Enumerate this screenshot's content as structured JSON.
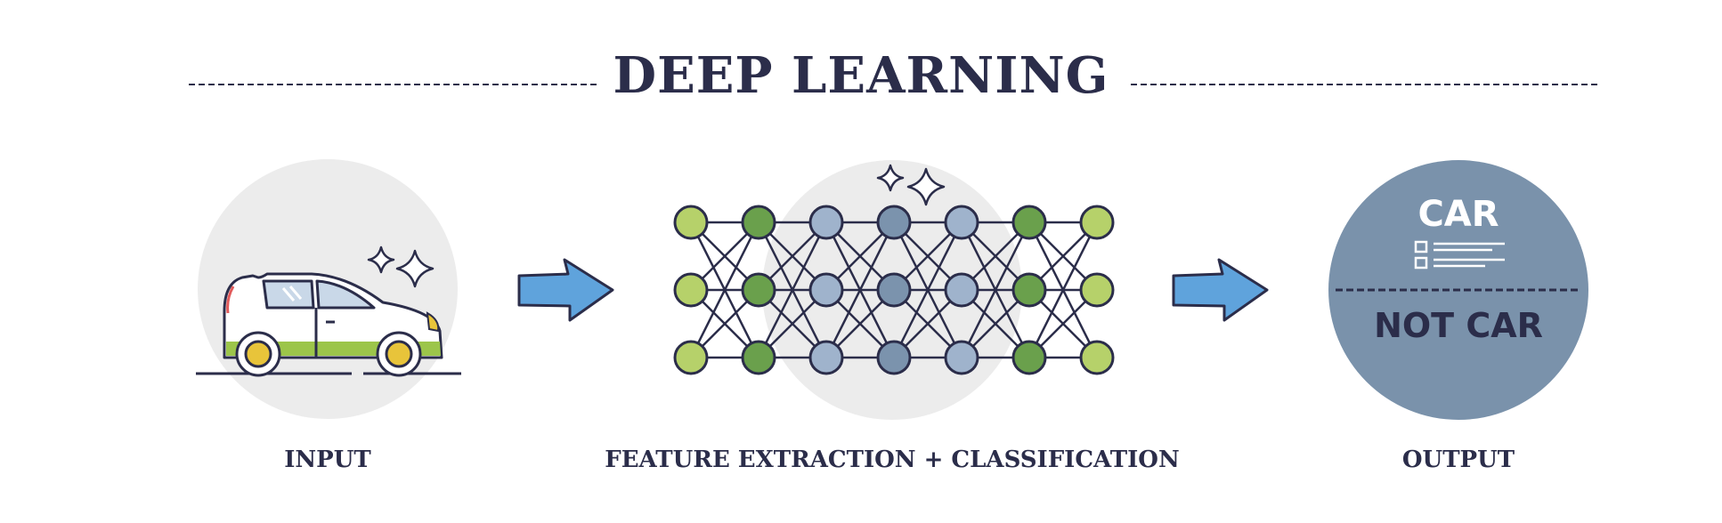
{
  "title": "DEEP LEARNING",
  "stages": {
    "input_label": "INPUT",
    "process_label": "FEATURE EXTRACTION + CLASSIFICATION",
    "output_label": "OUTPUT"
  },
  "output": {
    "positive_label": "CAR",
    "negative_label": "NOT CAR"
  },
  "network": {
    "layers": 7,
    "nodes_per_layer": 3,
    "layer_colors": [
      "#b6d16a",
      "#6aa04c",
      "#9fb3cc",
      "#7b93ad",
      "#9fb3cc",
      "#6aa04c",
      "#b6d16a"
    ]
  },
  "colors": {
    "ink": "#2b2d4a",
    "circle_bg": "#ececec",
    "output_circle": "#7a92ab",
    "arrow_blue": "#5fa3dc",
    "car_green": "#9cc54a",
    "wheel_yellow": "#e8c43a"
  }
}
